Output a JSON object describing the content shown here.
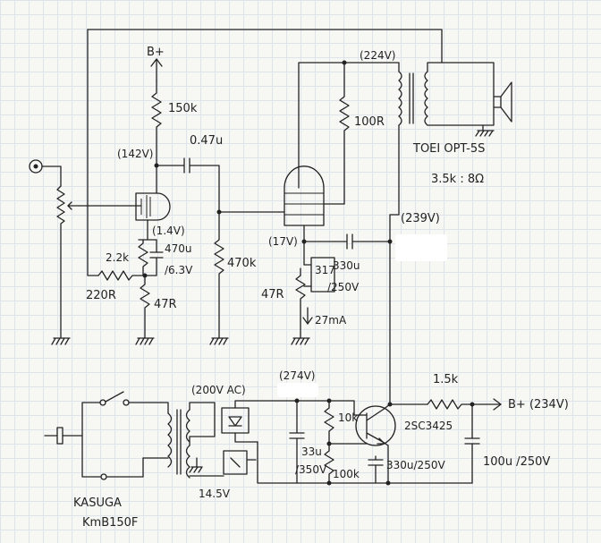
{
  "labels": {
    "bplus_top": "B+",
    "r150k": "150k",
    "v142": "(142V)",
    "c047": "0.47u",
    "v14": "(1.4V)",
    "r22k": "2.2k",
    "c470u": "470u",
    "c470u_v": "/6.3V",
    "r470k": "470k",
    "r220r": "220R",
    "r47r_1": "47R",
    "v224": "(224V)",
    "r100r": "100R",
    "trans_name": "TOEI OPT-5S",
    "trans_ratio": "3.5k : 8Ω",
    "v239": "(239V)",
    "v17": "(17V)",
    "c330u": "330u",
    "c330u_v": "/250V",
    "r47r_2": "47R",
    "ic317": "317",
    "current": "27mA",
    "v200ac": "(200V AC)",
    "v274": "(274V)",
    "r15k": "1.5k",
    "bplus_out": "B+ (234V)",
    "r10k": "10k",
    "q": "2SC3425",
    "c33u": "33u",
    "c33u_v": "/350V",
    "r100k": "100k",
    "c330u2": "330u/250V",
    "c100u": "100u /250V",
    "v145": "14.5V",
    "tr_name1": "KASUGA",
    "tr_name2": "KmB150F"
  }
}
